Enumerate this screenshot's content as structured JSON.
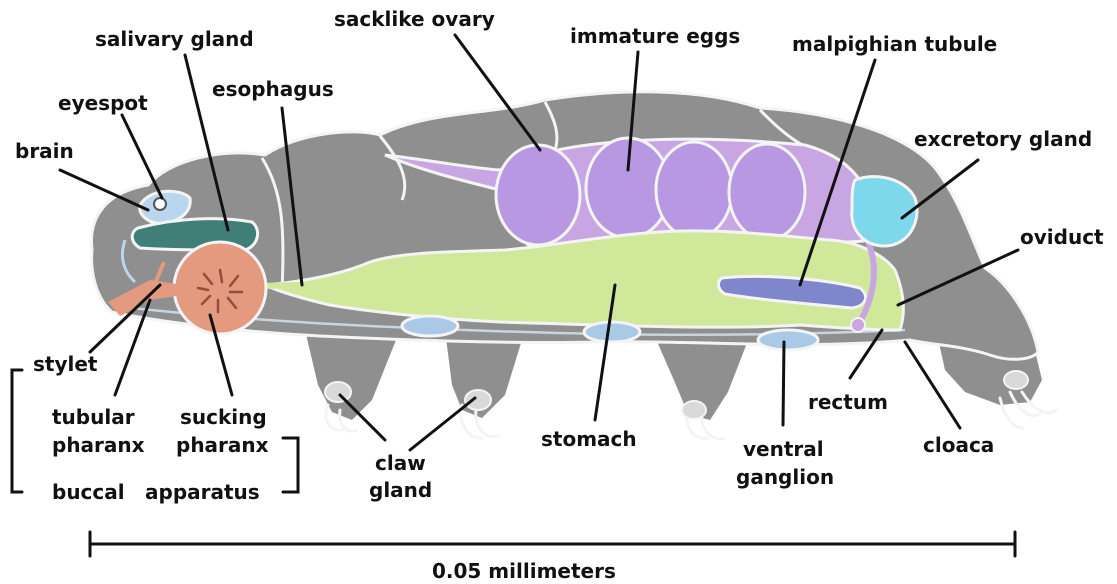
{
  "labels": {
    "sacklike_ovary": "sacklike ovary",
    "immature_eggs": "immature eggs",
    "salivary_gland": "salivary gland",
    "malpighian_tubule": "malpighian tubule",
    "esophagus": "esophagus",
    "eyespot": "eyespot",
    "brain": "brain",
    "excretory_gland": "excretory gland",
    "oviduct": "oviduct",
    "stylet": "stylet",
    "tubular_line1": "tubular",
    "tubular_line2": "pharanx",
    "sucking_line1": "sucking",
    "sucking_line2": "pharanx",
    "buccal": "buccal",
    "apparatus": "apparatus",
    "claw_line1": "claw",
    "claw_line2": "gland",
    "stomach": "stomach",
    "ventral_line1": "ventral",
    "ventral_line2": "ganglion",
    "rectum": "rectum",
    "cloaca": "cloaca",
    "scale": "0.05 millimeters"
  },
  "colors": {
    "body": "#8f8f8f",
    "body_dark": "#6f6f6f",
    "ovary": "#c7a6e3",
    "eggs": "#b898e2",
    "stomach": "#cfe89a",
    "salivary_gland": "#3f7f78",
    "brain": "#b9d6ee",
    "pharynx": "#e49a7e",
    "malpighian_tubule": "#7e86cc",
    "excretory_gland": "#7ed8ec",
    "ganglion": "#a9c9e6"
  }
}
